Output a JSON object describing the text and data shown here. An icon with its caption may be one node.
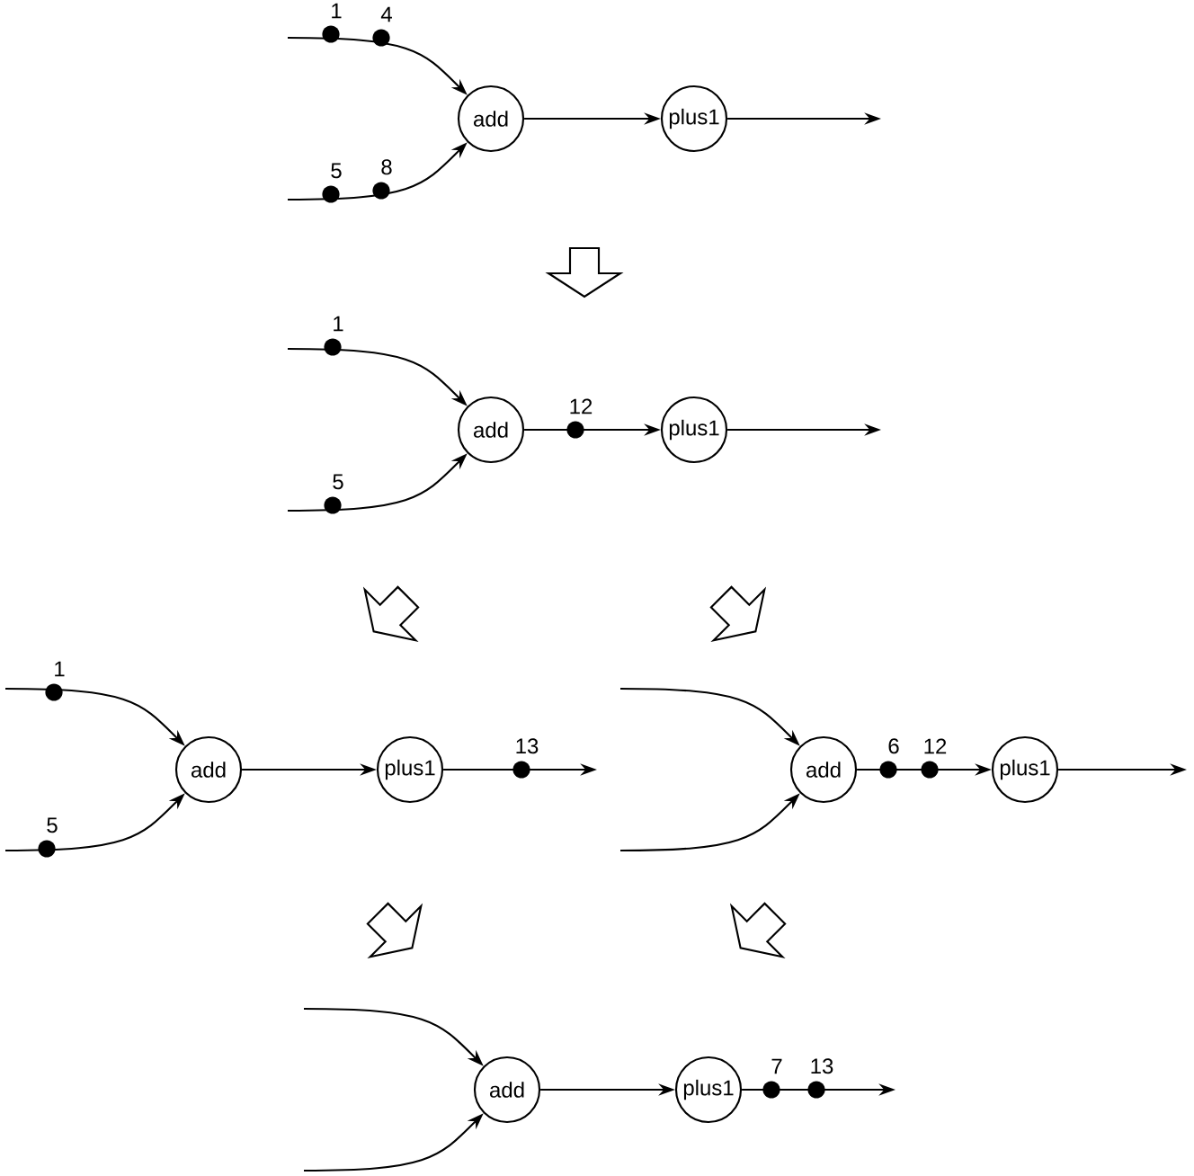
{
  "diagram": {
    "nodes": [
      {
        "text": [
          "add"
        ]
      },
      {
        "text": [
          "plus1"
        ]
      },
      {
        "text": [
          "add"
        ]
      },
      {
        "text": [
          "plus1"
        ]
      },
      {
        "text": [
          "add"
        ]
      },
      {
        "text": [
          "plus1"
        ]
      },
      {
        "text": [
          "add"
        ]
      },
      {
        "text": [
          "plus1"
        ]
      },
      {
        "text": [
          "add"
        ]
      },
      {
        "text": [
          "plus1"
        ]
      }
    ],
    "edges": [
      {
        "from": null,
        "to": 0,
        "arrow": "to"
      },
      {
        "from": null,
        "to": 0,
        "arrow": "to"
      },
      {
        "from": 0,
        "to": 1,
        "arrow": "to"
      },
      {
        "from": 1,
        "to": null,
        "arrow": "to"
      },
      {
        "from": null,
        "to": 2,
        "arrow": "to"
      },
      {
        "from": null,
        "to": 2,
        "arrow": "to"
      },
      {
        "from": 2,
        "to": 3,
        "arrow": "to"
      },
      {
        "from": 3,
        "to": null,
        "arrow": "to"
      },
      {
        "from": null,
        "to": 4,
        "arrow": "to"
      },
      {
        "from": null,
        "to": 4,
        "arrow": "to"
      },
      {
        "from": 4,
        "to": 5,
        "arrow": "to"
      },
      {
        "from": 5,
        "to": null,
        "arrow": "to"
      },
      {
        "from": null,
        "to": 6,
        "arrow": "to"
      },
      {
        "from": null,
        "to": 6,
        "arrow": "to"
      },
      {
        "from": 6,
        "to": 7,
        "arrow": "to"
      },
      {
        "from": 7,
        "to": null,
        "arrow": "to"
      },
      {
        "from": null,
        "to": 8,
        "arrow": "to"
      },
      {
        "from": null,
        "to": 8,
        "arrow": "to"
      },
      {
        "from": 8,
        "to": 9,
        "arrow": "to"
      },
      {
        "from": 9,
        "to": null,
        "arrow": "to"
      }
    ],
    "labels": [
      "1",
      "4",
      "5",
      "8",
      "1",
      "12",
      "5",
      "1",
      "13",
      "5",
      "6",
      "12",
      "7",
      "13"
    ]
  }
}
